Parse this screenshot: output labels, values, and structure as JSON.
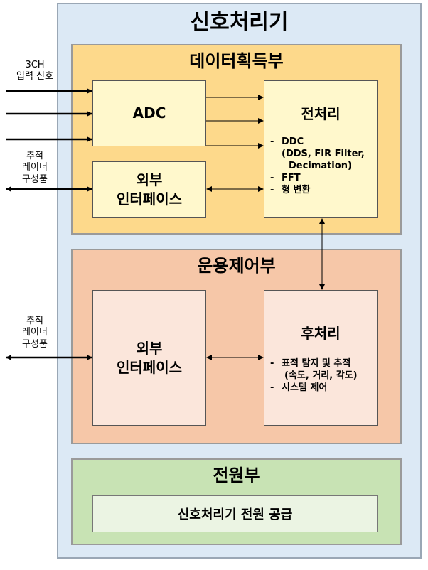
{
  "title": "신호처리기",
  "acquisition": {
    "title": "데이터획득부",
    "adc": "ADC",
    "ext_if": [
      "외부",
      "인터페이스"
    ],
    "preproc": {
      "title": "전처리",
      "items": [
        "DDC",
        "(DDS, FIR Filter,",
        "Decimation)",
        "FFT",
        "형 변환"
      ]
    }
  },
  "operation": {
    "title": "운용제어부",
    "ext_if": [
      "외부",
      "인터페이스"
    ],
    "postproc": {
      "title": "후처리",
      "items": [
        "표적 탐지 및 추적",
        "(속도, 거리, 각도)",
        "시스템 제어"
      ]
    }
  },
  "power": {
    "title": "전원부",
    "supply": "신호처리기 전원 공급"
  },
  "external": {
    "input_label": [
      "3CH",
      "입력 신호"
    ],
    "radar_label_1": [
      "추적",
      "레이더",
      "구성품"
    ],
    "radar_label_2": [
      "추적",
      "레이더",
      "구성품"
    ]
  }
}
